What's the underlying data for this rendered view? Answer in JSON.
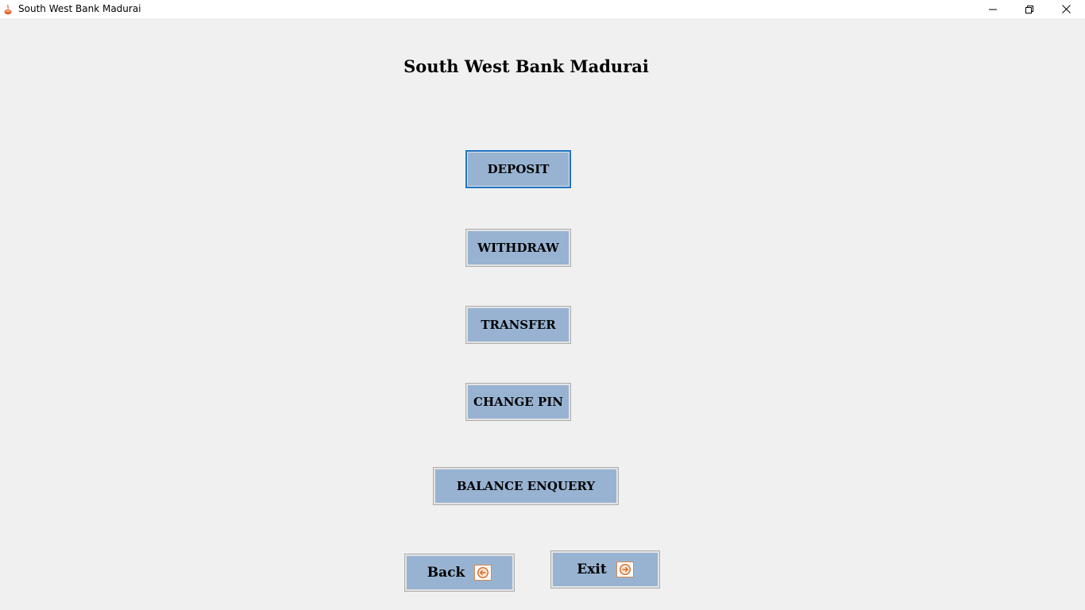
{
  "window": {
    "title": "South West Bank Madurai"
  },
  "main": {
    "heading": "South West Bank Madurai"
  },
  "buttons": {
    "deposit": "DEPOSIT",
    "withdraw": "WITHDRAW",
    "transfer": "TRANSFER",
    "change_pin": "CHANGE PIN",
    "balance_enquiry": "BALANCE ENQUERY",
    "back": "Back",
    "exit": "Exit"
  },
  "icons": {
    "app": "java-cup-icon",
    "back": "arrow-left-circle-icon",
    "exit": "arrow-right-circle-icon",
    "minimize": "minimize-icon",
    "maximize": "restore-icon",
    "close": "close-icon"
  },
  "colors": {
    "window_bg": "#f0f0f0",
    "button_bg": "#98b3d2",
    "focus_border": "#1f73c4",
    "icon_accent": "#d88a4a"
  }
}
